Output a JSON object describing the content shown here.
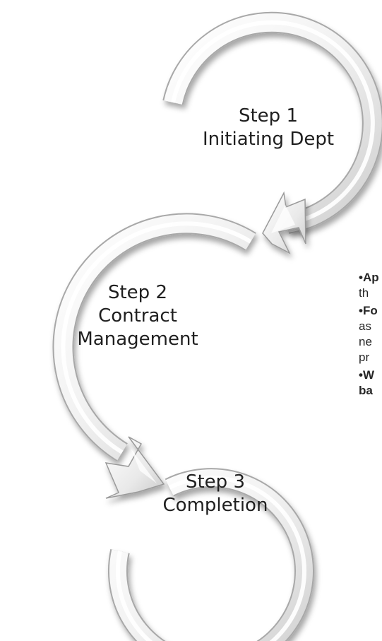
{
  "steps": [
    {
      "id": "step1",
      "title": "Step 1",
      "subtitle": "Initiating Dept"
    },
    {
      "id": "step2",
      "title": "Step 2",
      "subtitle": "Contract",
      "subtitle2": "Management"
    },
    {
      "id": "step3",
      "title": "Step 3",
      "subtitle": "Completion"
    }
  ],
  "notes": {
    "item1": {
      "bold": "•Ap",
      "rest": "th"
    },
    "item2": {
      "bold": "•Fo",
      "rest_lines": [
        "as",
        "ne",
        "pr"
      ]
    },
    "item3": {
      "bold_lines": [
        "•W",
        "ba"
      ]
    }
  },
  "colors": {
    "arrow_light": "#ffffff",
    "arrow_mid": "#e6e6e6",
    "arrow_shadow": "#9a9a9a",
    "text": "#1f1f1f"
  }
}
